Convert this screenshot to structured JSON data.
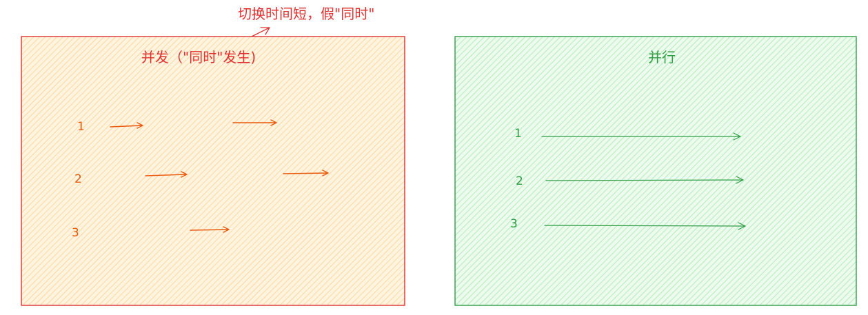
{
  "annotation": {
    "text": "切换时间短，假\"同时\"",
    "color": "#e03131"
  },
  "concurrency_box": {
    "title": "并发（\"同时\"发生)",
    "labels": [
      "1",
      "2",
      "3"
    ],
    "text_color": "#e03131",
    "label_color": "#e8590c",
    "border_color": "#e03131",
    "fill_color": "#ffd8a8",
    "arrow_color": "#e8590c"
  },
  "parallel_box": {
    "title": "并行",
    "labels": [
      "1",
      "2",
      "3"
    ],
    "text_color": "#2f9e44",
    "border_color": "#2f9e44",
    "fill_color": "#b2f2bb",
    "arrow_color": "#2f9e44"
  }
}
